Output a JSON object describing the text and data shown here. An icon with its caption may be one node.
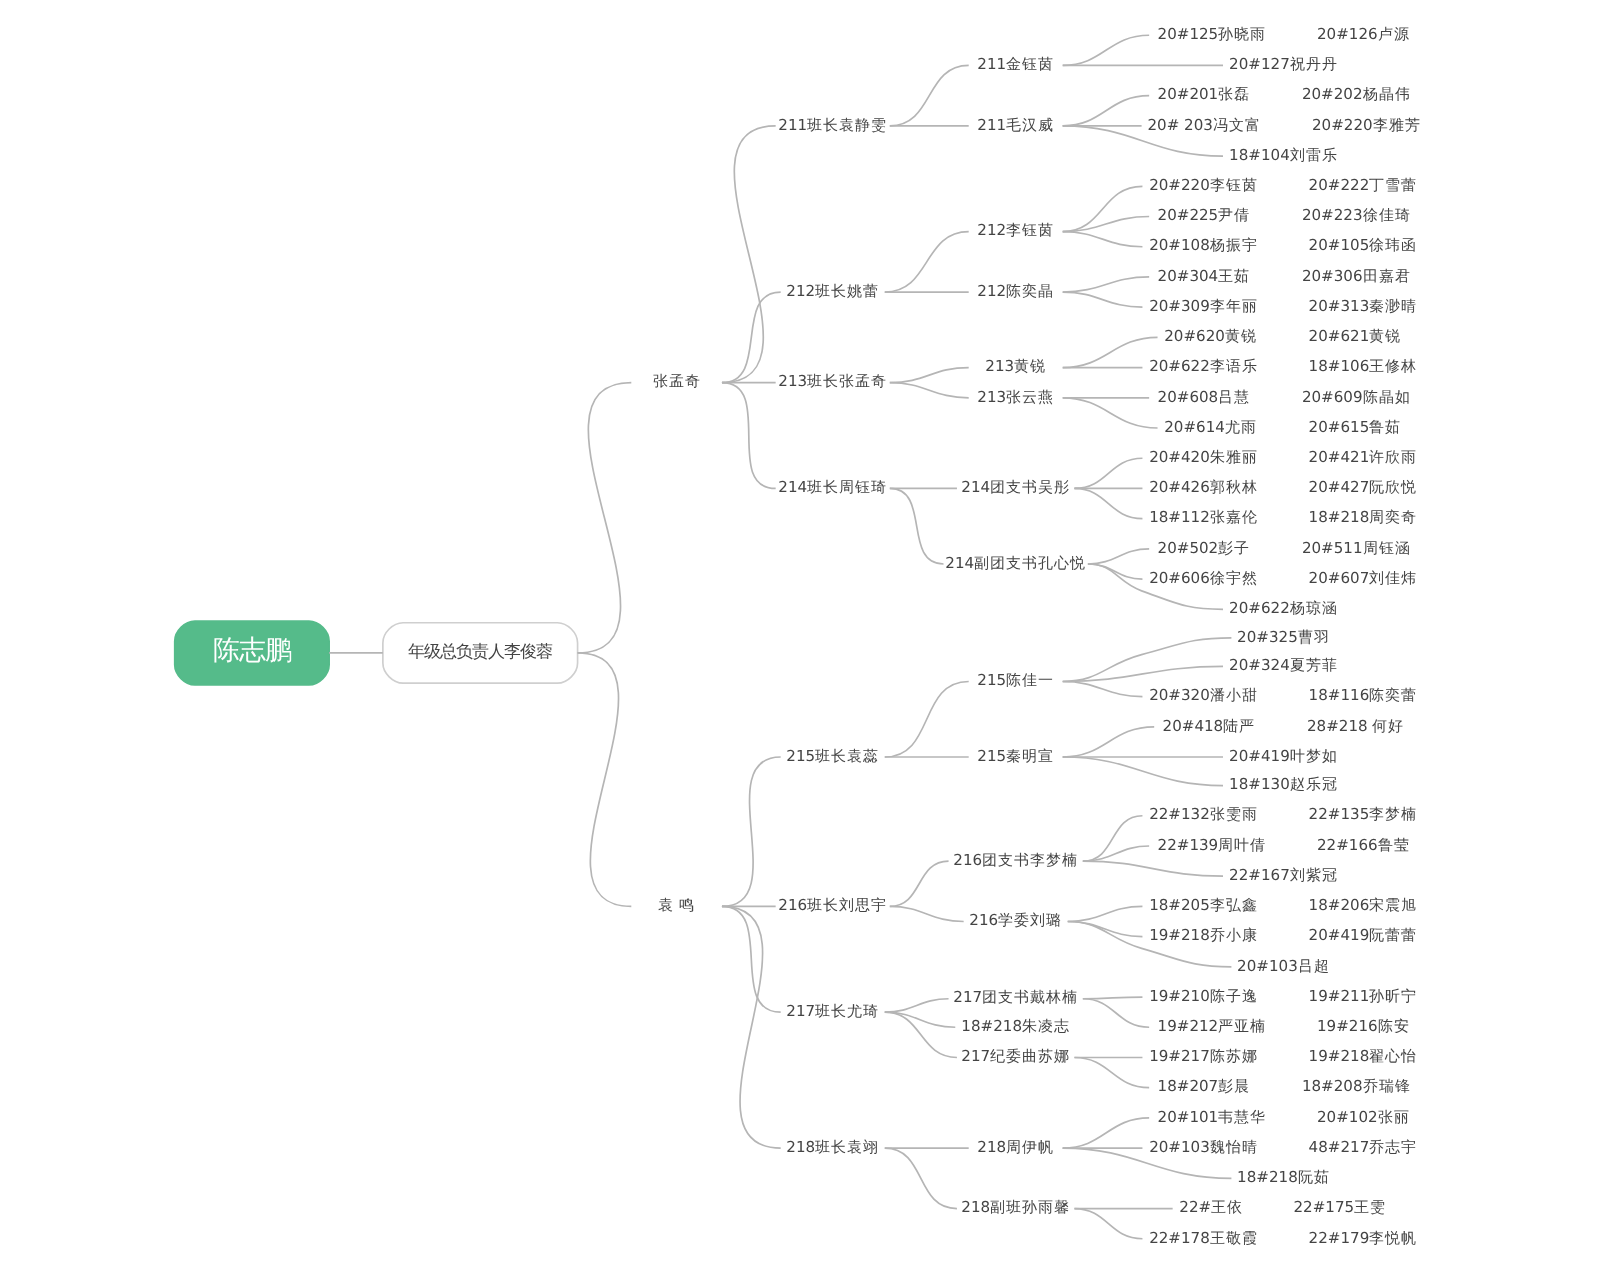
{
  "diagram": {
    "nodes": [
      {
        "text": [
          "陈志鹏"
        ]
      },
      {
        "text": [
          "年级总负责人李俊蓉"
        ]
      },
      {
        "text": [
          "张孟奇"
        ]
      },
      {
        "text": [
          "211班长袁静雯"
        ]
      },
      {
        "text": [
          "211金钰茵"
        ]
      },
      {
        "text": [
          "20#125孙晓雨",
          "20#126卢源"
        ]
      },
      {
        "text": [
          "20#127祝丹丹"
        ]
      },
      {
        "text": [
          "211毛汉威"
        ]
      },
      {
        "text": [
          "20#201张磊",
          "20#202杨晶伟"
        ]
      },
      {
        "text": [
          "20# 203冯文富",
          "20#220李雅芳"
        ]
      },
      {
        "text": [
          "18#104刘雷乐"
        ]
      },
      {
        "text": [
          "212班长姚蕾"
        ]
      },
      {
        "text": [
          "212李钰茵"
        ]
      },
      {
        "text": [
          "20#220李钰茵",
          "20#222丁雪蕾"
        ]
      },
      {
        "text": [
          "20#225尹倩",
          "20#223徐佳琦"
        ]
      },
      {
        "text": [
          "20#108杨振宇",
          "20#105徐玮函"
        ]
      },
      {
        "text": [
          "212陈奕晶"
        ]
      },
      {
        "text": [
          "20#304王茹",
          "20#306田嘉君"
        ]
      },
      {
        "text": [
          "20#309李年丽",
          "20#313秦渺晴"
        ]
      },
      {
        "text": [
          "213班长张孟奇"
        ]
      },
      {
        "text": [
          "213黄锐"
        ]
      },
      {
        "text": [
          "20#620黄锐",
          "20#621黄锐"
        ]
      },
      {
        "text": [
          "20#622李语乐",
          "18#106王修林"
        ]
      },
      {
        "text": [
          "213张云燕"
        ]
      },
      {
        "text": [
          "20#608吕慧",
          "20#609陈晶如"
        ]
      },
      {
        "text": [
          "20#614尤雨",
          "20#615鲁茹"
        ]
      },
      {
        "text": [
          "214班长周钰琦"
        ]
      },
      {
        "text": [
          "214团支书吴彤"
        ]
      },
      {
        "text": [
          "20#420朱雅丽",
          "20#421许欣雨"
        ]
      },
      {
        "text": [
          "20#426郭秋林",
          "20#427阮欣悦"
        ]
      },
      {
        "text": [
          "18#112张嘉伦",
          "18#218周奕奇"
        ]
      },
      {
        "text": [
          "214副团支书孔心悦"
        ]
      },
      {
        "text": [
          "20#502彭子",
          "20#511周钰涵"
        ]
      },
      {
        "text": [
          "20#606徐宇然",
          "20#607刘佳炜"
        ]
      },
      {
        "text": [
          "20#622杨琼涵"
        ]
      },
      {
        "text": [
          "袁 鸣"
        ]
      },
      {
        "text": [
          "215班长袁蕊"
        ]
      },
      {
        "text": [
          "215陈佳一"
        ]
      },
      {
        "text": [
          "20#325曹羽"
        ]
      },
      {
        "text": [
          "20#324夏芳菲"
        ]
      },
      {
        "text": [
          "20#320潘小甜",
          "18#116陈奕蕾"
        ]
      },
      {
        "text": [
          "215秦明宣"
        ]
      },
      {
        "text": [
          "20#418陆严",
          "28#218 何好"
        ]
      },
      {
        "text": [
          "20#419叶梦如"
        ]
      },
      {
        "text": [
          "18#130赵乐冠"
        ]
      },
      {
        "text": [
          "216班长刘思宇"
        ]
      },
      {
        "text": [
          "216团支书李梦楠"
        ]
      },
      {
        "text": [
          "22#132张雯雨",
          "22#135李梦楠"
        ]
      },
      {
        "text": [
          "22#139周叶倩",
          "22#166鲁莹"
        ]
      },
      {
        "text": [
          "22#167刘紫冠"
        ]
      },
      {
        "text": [
          "216学委刘璐"
        ]
      },
      {
        "text": [
          "18#205李弘鑫",
          "18#206宋震旭"
        ]
      },
      {
        "text": [
          "19#218乔小康",
          "20#419阮蕾蕾"
        ]
      },
      {
        "text": [
          "20#103吕超"
        ]
      },
      {
        "text": [
          "217班长尤琦"
        ]
      },
      {
        "text": [
          "217团支书戴林楠"
        ]
      },
      {
        "text": [
          "19#210陈子逸",
          "19#211孙昕宁"
        ]
      },
      {
        "text": [
          "19#212严亚楠",
          "19#216陈安"
        ]
      },
      {
        "text": [
          "18#218朱凌志"
        ]
      },
      {
        "text": [
          "217纪委曲苏娜"
        ]
      },
      {
        "text": [
          "19#217陈苏娜",
          "19#218翟心怡"
        ]
      },
      {
        "text": [
          "18#207彭晨",
          "18#208乔瑞锋"
        ]
      },
      {
        "text": [
          "218班长袁翊"
        ]
      },
      {
        "text": [
          "218周伊帆"
        ]
      },
      {
        "text": [
          "20#101韦慧华",
          "20#102张丽"
        ]
      },
      {
        "text": [
          "20#103魏怡晴",
          "48#217乔志宇"
        ]
      },
      {
        "text": [
          "18#218阮茹"
        ]
      },
      {
        "text": [
          "218副班孙雨馨"
        ]
      },
      {
        "text": [
          "22#王依",
          "22#175王雯"
        ]
      },
      {
        "text": [
          "22#178王敬霞",
          "22#179李悦帆"
        ]
      }
    ],
    "edges": [
      {
        "from": 0,
        "to": 1,
        "arrow": "none"
      },
      {
        "from": 1,
        "to": 2,
        "arrow": "none"
      },
      {
        "from": 2,
        "to": 3,
        "arrow": "none"
      },
      {
        "from": 3,
        "to": 4,
        "arrow": "none"
      },
      {
        "from": 4,
        "to": 5,
        "arrow": "none"
      },
      {
        "from": 4,
        "to": 6,
        "arrow": "none"
      },
      {
        "from": 3,
        "to": 7,
        "arrow": "none"
      },
      {
        "from": 7,
        "to": 8,
        "arrow": "none"
      },
      {
        "from": 7,
        "to": 9,
        "arrow": "none"
      },
      {
        "from": 7,
        "to": 10,
        "arrow": "none"
      },
      {
        "from": 2,
        "to": 11,
        "arrow": "none"
      },
      {
        "from": 11,
        "to": 12,
        "arrow": "none"
      },
      {
        "from": 12,
        "to": 13,
        "arrow": "none"
      },
      {
        "from": 12,
        "to": 14,
        "arrow": "none"
      },
      {
        "from": 12,
        "to": 15,
        "arrow": "none"
      },
      {
        "from": 11,
        "to": 16,
        "arrow": "none"
      },
      {
        "from": 16,
        "to": 17,
        "arrow": "none"
      },
      {
        "from": 16,
        "to": 18,
        "arrow": "none"
      },
      {
        "from": 2,
        "to": 19,
        "arrow": "none"
      },
      {
        "from": 19,
        "to": 20,
        "arrow": "none"
      },
      {
        "from": 20,
        "to": 21,
        "arrow": "none"
      },
      {
        "from": 20,
        "to": 22,
        "arrow": "none"
      },
      {
        "from": 19,
        "to": 23,
        "arrow": "none"
      },
      {
        "from": 23,
        "to": 24,
        "arrow": "none"
      },
      {
        "from": 23,
        "to": 25,
        "arrow": "none"
      },
      {
        "from": 2,
        "to": 26,
        "arrow": "none"
      },
      {
        "from": 26,
        "to": 27,
        "arrow": "none"
      },
      {
        "from": 27,
        "to": 28,
        "arrow": "none"
      },
      {
        "from": 27,
        "to": 29,
        "arrow": "none"
      },
      {
        "from": 27,
        "to": 30,
        "arrow": "none"
      },
      {
        "from": 26,
        "to": 31,
        "arrow": "none"
      },
      {
        "from": 31,
        "to": 32,
        "arrow": "none"
      },
      {
        "from": 31,
        "to": 33,
        "arrow": "none"
      },
      {
        "from": 31,
        "to": 34,
        "arrow": "none"
      },
      {
        "from": 1,
        "to": 35,
        "arrow": "none"
      },
      {
        "from": 35,
        "to": 36,
        "arrow": "none"
      },
      {
        "from": 36,
        "to": 37,
        "arrow": "none"
      },
      {
        "from": 37,
        "to": 38,
        "arrow": "none"
      },
      {
        "from": 37,
        "to": 39,
        "arrow": "none"
      },
      {
        "from": 37,
        "to": 40,
        "arrow": "none"
      },
      {
        "from": 36,
        "to": 41,
        "arrow": "none"
      },
      {
        "from": 41,
        "to": 42,
        "arrow": "none"
      },
      {
        "from": 41,
        "to": 43,
        "arrow": "none"
      },
      {
        "from": 41,
        "to": 44,
        "arrow": "none"
      },
      {
        "from": 35,
        "to": 45,
        "arrow": "none"
      },
      {
        "from": 45,
        "to": 46,
        "arrow": "none"
      },
      {
        "from": 46,
        "to": 47,
        "arrow": "none"
      },
      {
        "from": 46,
        "to": 48,
        "arrow": "none"
      },
      {
        "from": 46,
        "to": 49,
        "arrow": "none"
      },
      {
        "from": 45,
        "to": 50,
        "arrow": "none"
      },
      {
        "from": 50,
        "to": 51,
        "arrow": "none"
      },
      {
        "from": 50,
        "to": 52,
        "arrow": "none"
      },
      {
        "from": 50,
        "to": 53,
        "arrow": "none"
      },
      {
        "from": 35,
        "to": 54,
        "arrow": "none"
      },
      {
        "from": 54,
        "to": 55,
        "arrow": "none"
      },
      {
        "from": 55,
        "to": 56,
        "arrow": "none"
      },
      {
        "from": 55,
        "to": 57,
        "arrow": "none"
      },
      {
        "from": 54,
        "to": 58,
        "arrow": "none"
      },
      {
        "from": 54,
        "to": 59,
        "arrow": "none"
      },
      {
        "from": 59,
        "to": 60,
        "arrow": "none"
      },
      {
        "from": 59,
        "to": 61,
        "arrow": "none"
      },
      {
        "from": 35,
        "to": 62,
        "arrow": "none"
      },
      {
        "from": 62,
        "to": 63,
        "arrow": "none"
      },
      {
        "from": 63,
        "to": 64,
        "arrow": "none"
      },
      {
        "from": 63,
        "to": 65,
        "arrow": "none"
      },
      {
        "from": 63,
        "to": 66,
        "arrow": "none"
      },
      {
        "from": 62,
        "to": 67,
        "arrow": "none"
      },
      {
        "from": 67,
        "to": 68,
        "arrow": "none"
      },
      {
        "from": 67,
        "to": 69,
        "arrow": "none"
      }
    ]
  }
}
